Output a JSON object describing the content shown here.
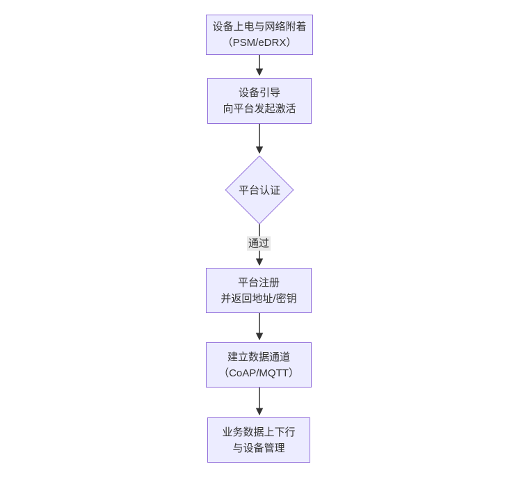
{
  "diagram": {
    "type": "flowchart",
    "direction": "top-down",
    "colors": {
      "node_fill": "#ECECFF",
      "node_border": "#9370DB",
      "text": "#333333",
      "arrow": "#333333",
      "edge_label_bg": "#e8e8e8",
      "background": "#ffffff"
    },
    "nodes": [
      {
        "id": "power-attach",
        "shape": "rect",
        "line1": "设备上电与网络附着",
        "line2": "（PSM/eDRX）"
      },
      {
        "id": "bootstrap",
        "shape": "rect",
        "line1": "设备引导",
        "line2": "向平台发起激活"
      },
      {
        "id": "platform-auth",
        "shape": "diamond",
        "line1": "平台认证",
        "line2": ""
      },
      {
        "id": "register",
        "shape": "rect",
        "line1": "平台注册",
        "line2": "并返回地址/密钥"
      },
      {
        "id": "data-channel",
        "shape": "rect",
        "line1": "建立数据通道",
        "line2": "（CoAP/MQTT）"
      },
      {
        "id": "business",
        "shape": "rect",
        "line1": "业务数据上下行",
        "line2": "与设备管理"
      }
    ],
    "edges": [
      {
        "from": "power-attach",
        "to": "bootstrap",
        "label": ""
      },
      {
        "from": "bootstrap",
        "to": "platform-auth",
        "label": ""
      },
      {
        "from": "platform-auth",
        "to": "register",
        "label": "通过"
      },
      {
        "from": "register",
        "to": "data-channel",
        "label": ""
      },
      {
        "from": "data-channel",
        "to": "business",
        "label": ""
      }
    ],
    "edge_label": "通过"
  }
}
